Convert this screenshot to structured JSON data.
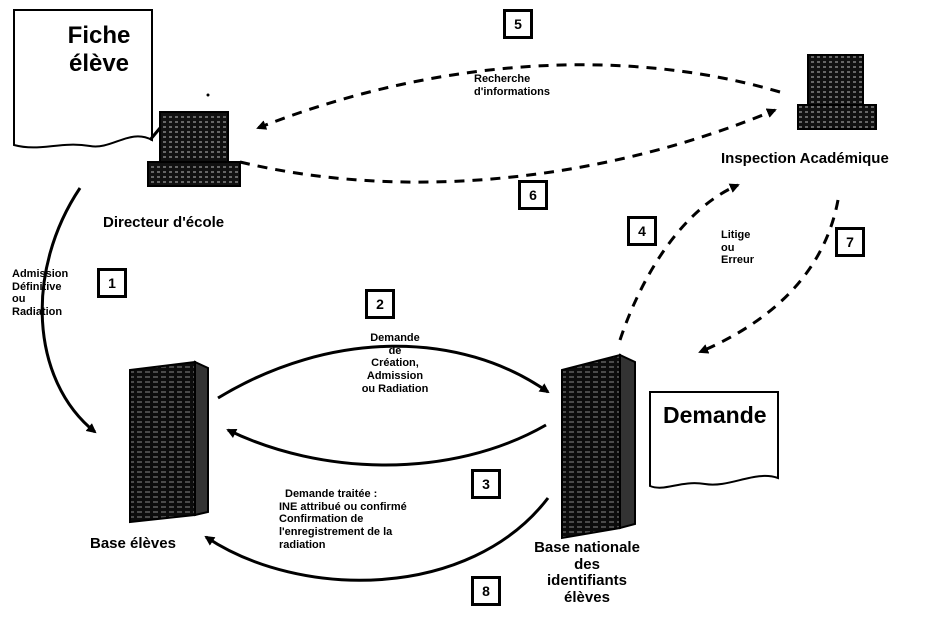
{
  "fiche": {
    "line1": "Fiche",
    "line2": "élève"
  },
  "demande_doc": "Demande",
  "actors": {
    "directeur": "Directeur d'école",
    "inspection": "Inspection Académique",
    "base_eleves": "Base élèves",
    "base_nationale": [
      "Base nationale",
      "des",
      "identifiants",
      "élèves"
    ]
  },
  "steps": [
    "1",
    "2",
    "3",
    "4",
    "5",
    "6",
    "7",
    "8"
  ],
  "labels": {
    "admission": [
      "Admission",
      "Définitive",
      "ou",
      "Radiation"
    ],
    "recherche": [
      "Recherche",
      "d'informations"
    ],
    "demande_creation": [
      "Demande",
      "de",
      "Création,",
      "Admission",
      "ou Radiation"
    ],
    "demande_traitee": [
      "Demande traitée :",
      "INE attribué ou confirmé",
      "Confirmation de",
      "l'enregistrement de la",
      "radiation"
    ],
    "litige": [
      "Litige",
      "ou",
      "Erreur"
    ]
  }
}
